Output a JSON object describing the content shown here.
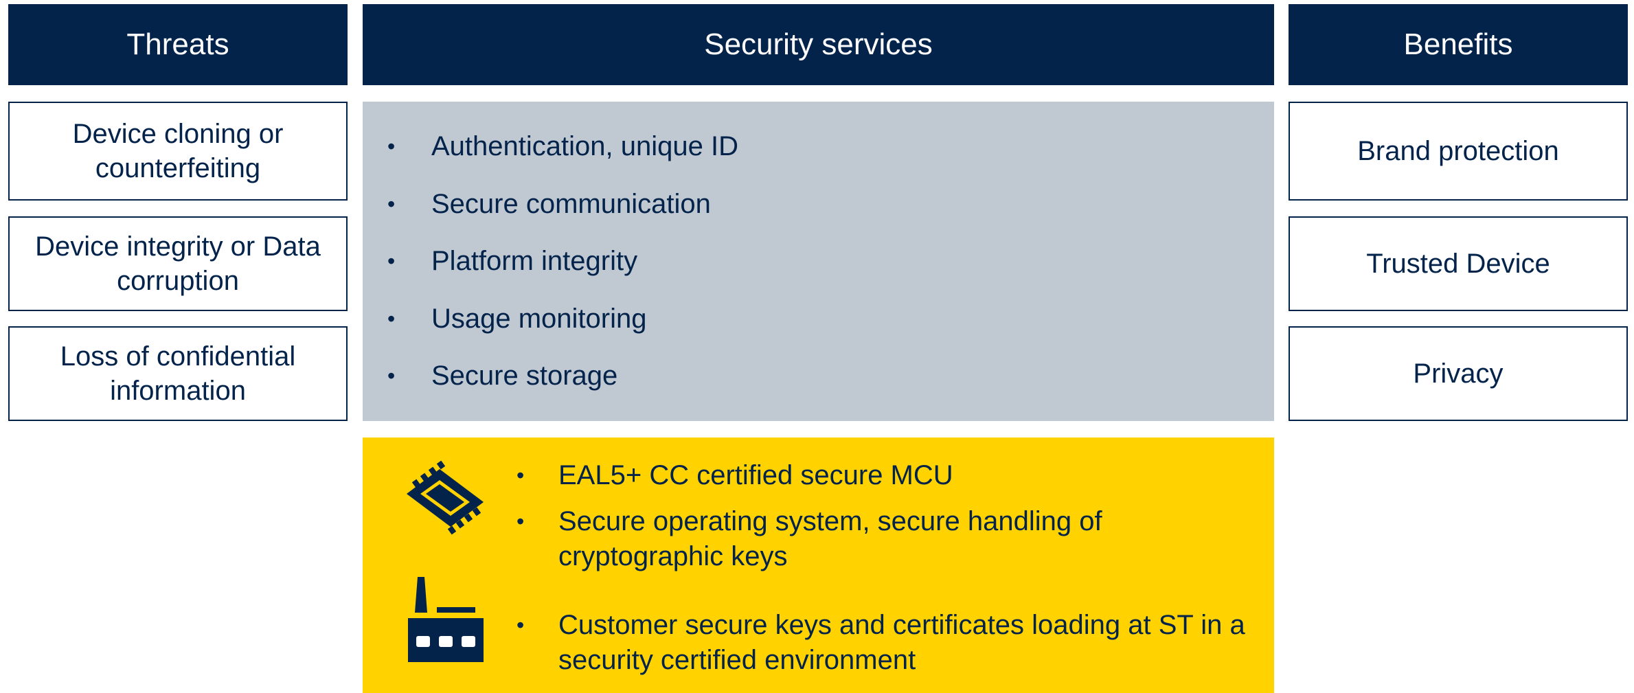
{
  "headers": {
    "threats": "Threats",
    "services": "Security services",
    "benefits": "Benefits"
  },
  "threats": [
    "Device cloning or counterfeiting",
    "Device integrity or Data corruption",
    "Loss of confidential information"
  ],
  "services": [
    "Authentication, unique ID",
    "Secure communication",
    "Platform integrity",
    "Usage monitoring",
    "Secure storage"
  ],
  "benefits": [
    "Brand protection",
    "Trusted Device",
    "Privacy"
  ],
  "hardware": {
    "icons": [
      "chip-icon",
      "factory-icon"
    ],
    "items": [
      "EAL5+ CC certified secure MCU",
      "Secure operating system, secure handling of cryptographic keys",
      "Customer secure keys and certificates loading at ST in a security certified environment"
    ],
    "bullet": "•"
  },
  "colors": {
    "navy": "#03234b",
    "grey_panel": "#c0c8d2",
    "yellow_panel": "#ffd200",
    "white": "#ffffff"
  }
}
